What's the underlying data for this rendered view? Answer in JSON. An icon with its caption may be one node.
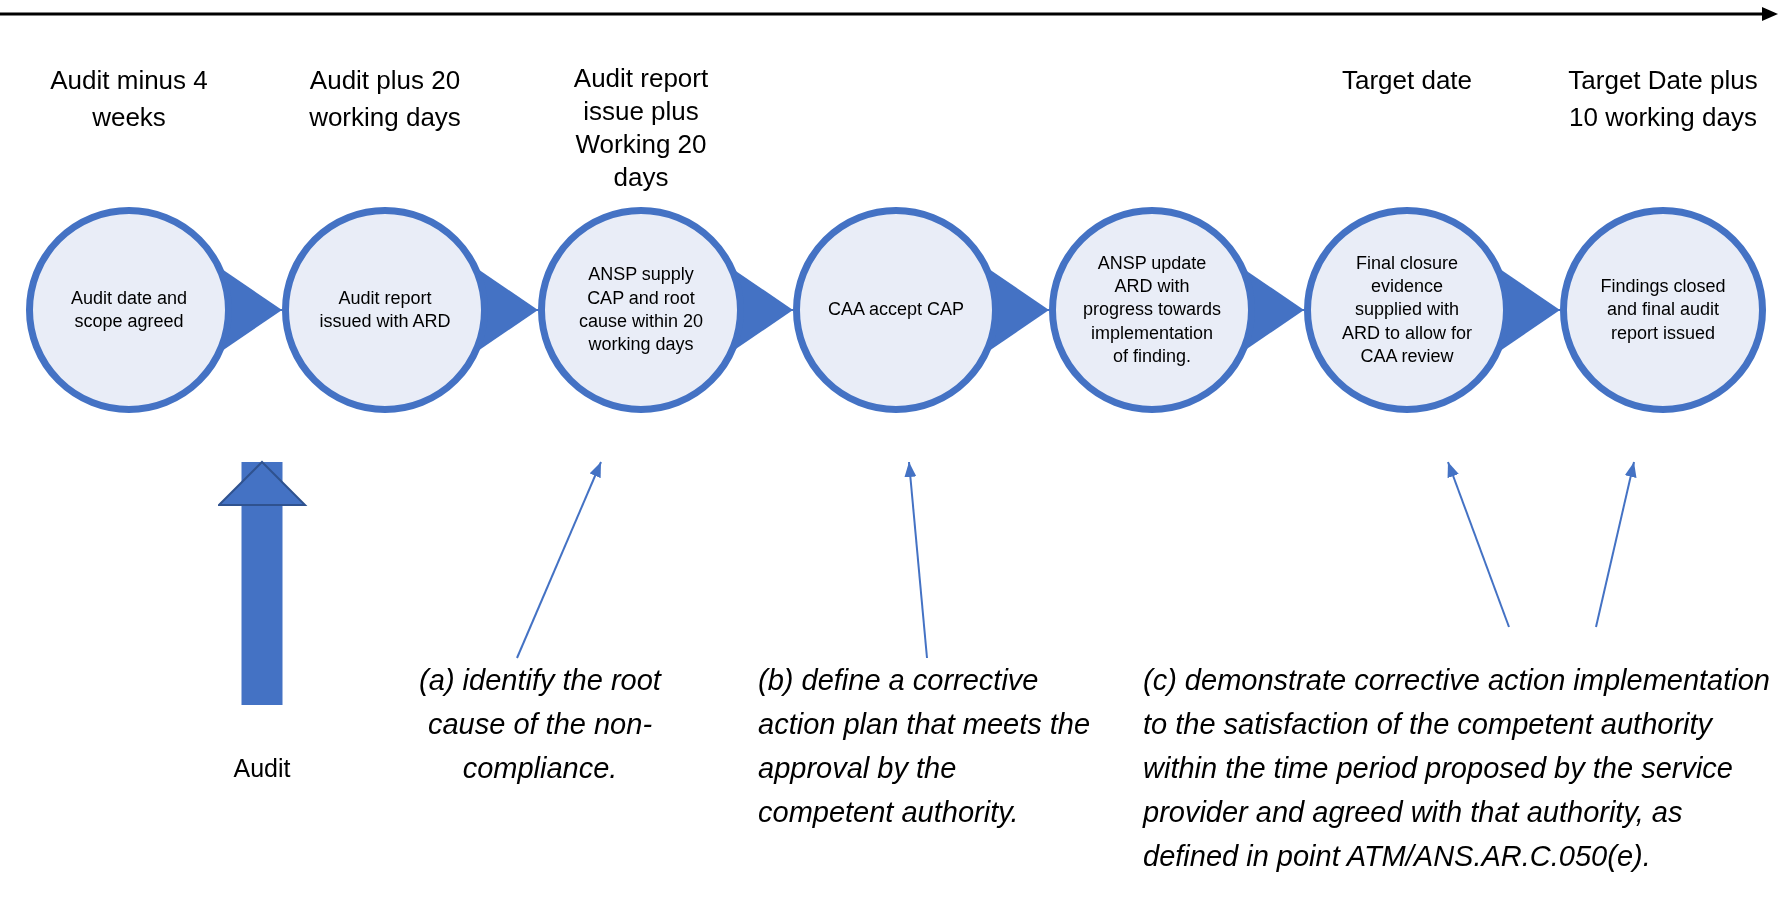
{
  "diagram": {
    "nodes": [
      {
        "text": [
          "Audit date and scope agreed"
        ]
      },
      {
        "text": [
          "Audit report issued with ARD"
        ]
      },
      {
        "text": [
          "ANSP supply CAP and root cause within 20 working days"
        ]
      },
      {
        "text": [
          "CAA accept CAP"
        ]
      },
      {
        "text": [
          "ANSP update ARD with progress towards implementation of finding."
        ]
      },
      {
        "text": [
          "Final closure evidence supplied with ARD to allow for CAA review"
        ]
      },
      {
        "text": [
          "Findings closed and final audit report issued"
        ]
      },
      {
        "text": [
          "Audit"
        ]
      },
      {
        "text": [
          "(a) identify the root cause of the non-compliance."
        ]
      },
      {
        "text": [
          "(b) define a corrective action plan that meets the approval by the competent authority."
        ]
      },
      {
        "text": [
          "(c) demonstrate corrective action implementation to the satisfaction of the competent authority within the time period proposed by the service provider and agreed with that authority, as defined in point ATM/ANS.AR.C.050(e)."
        ]
      }
    ],
    "edges": [
      {
        "from": 0,
        "to": 1,
        "arrow": "to"
      },
      {
        "from": 1,
        "to": 2,
        "arrow": "to"
      },
      {
        "from": 2,
        "to": 3,
        "arrow": "to"
      },
      {
        "from": 3,
        "to": 4,
        "arrow": "to"
      },
      {
        "from": 4,
        "to": 5,
        "arrow": "to"
      },
      {
        "from": 5,
        "to": 6,
        "arrow": "to"
      },
      {
        "from": 7,
        "to": 0,
        "arrow": "to",
        "style": "thick"
      },
      {
        "from": 8,
        "to": 2,
        "arrow": "to"
      },
      {
        "from": 9,
        "to": 3,
        "arrow": "to"
      },
      {
        "from": 10,
        "to": 5,
        "arrow": "to"
      },
      {
        "from": 10,
        "to": 6,
        "arrow": "to"
      }
    ],
    "labels": [
      "Audit minus 4 weeks",
      "Audit plus 20 working days",
      "Audit report issue plus Working 20 days",
      "Target date",
      "Target Date plus 10 working days"
    ]
  }
}
